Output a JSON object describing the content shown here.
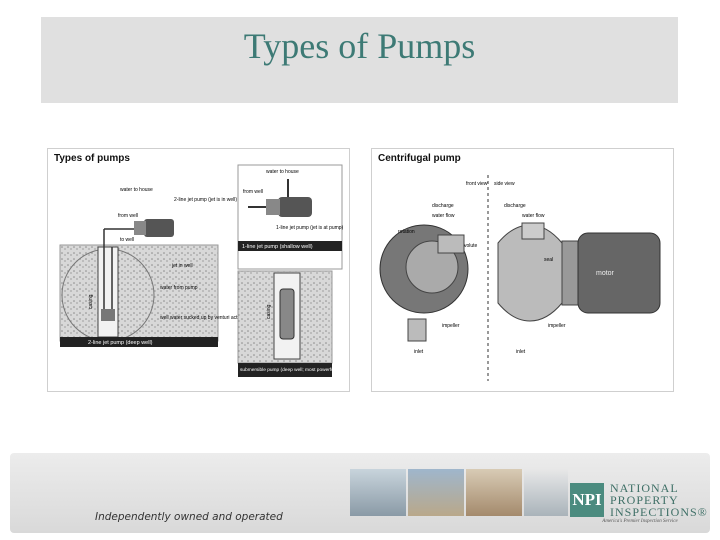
{
  "slide": {
    "title": "Types of Pumps"
  },
  "left_figure": {
    "title": "Types of pumps",
    "labels": {
      "water_to_house_top": "water to house",
      "from_well_top": "from well",
      "one_line_jet": "1-line jet pump (jet is at pump)",
      "caption_shallow": "1-line jet pump (shallow well)",
      "water_to_house": "water to house",
      "two_line": "2-line jet pump (jet is in well)",
      "from_well": "from well",
      "to_well": "to well",
      "casing_left": "casing",
      "jet_in_well": "jet in well",
      "water_from_pump": "water from pump",
      "well_water": "well water sucked up by venturi action",
      "caption_deep": "2-line jet pump (deep well)",
      "casing_right": "casing",
      "submersible": "submersible pump (deep well; most powerful)"
    }
  },
  "right_figure": {
    "title": "Centrifugal pump",
    "labels": {
      "front_view": "front view",
      "side_view": "side view",
      "discharge_front": "discharge",
      "water_flow_front": "water flow",
      "rotation": "rotation",
      "volute": "volute",
      "impeller_front": "impeller",
      "inlet_front": "inlet",
      "discharge_side": "discharge",
      "water_flow_side": "water flow",
      "seal": "seal",
      "motor": "motor",
      "impeller_side": "impeller",
      "inlet_side": "inlet"
    }
  },
  "footer": {
    "tagline": "Independently owned and operated",
    "logo": {
      "mark": "NPI",
      "line1": "NATIONAL",
      "line2": "PROPERTY",
      "line3": "INSPECTIONS®",
      "sub": "America's Premier Inspection Service"
    }
  }
}
